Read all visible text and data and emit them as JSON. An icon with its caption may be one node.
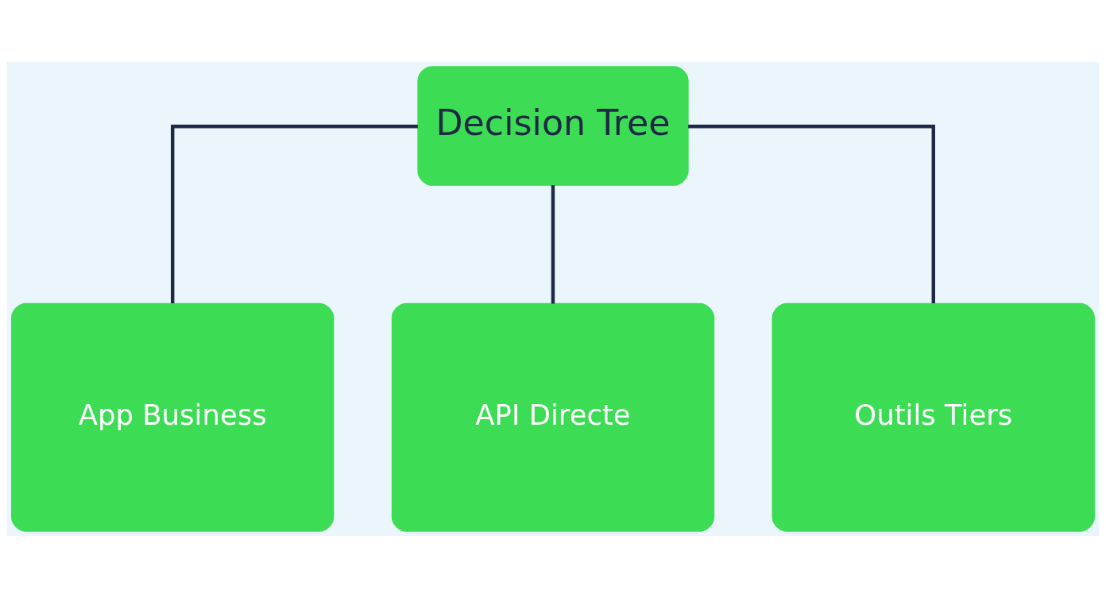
{
  "diagram": {
    "nodes": [
      {
        "text": [
          "Decision Tree"
        ]
      },
      {
        "text": [
          "App Business"
        ]
      },
      {
        "text": [
          "API Directe"
        ]
      },
      {
        "text": [
          "Outils Tiers"
        ]
      }
    ],
    "edges": [
      {
        "from": 0,
        "to": 1,
        "arrow": "none"
      },
      {
        "from": 0,
        "to": 2,
        "arrow": "none"
      },
      {
        "from": 0,
        "to": 3,
        "arrow": "none"
      }
    ]
  }
}
